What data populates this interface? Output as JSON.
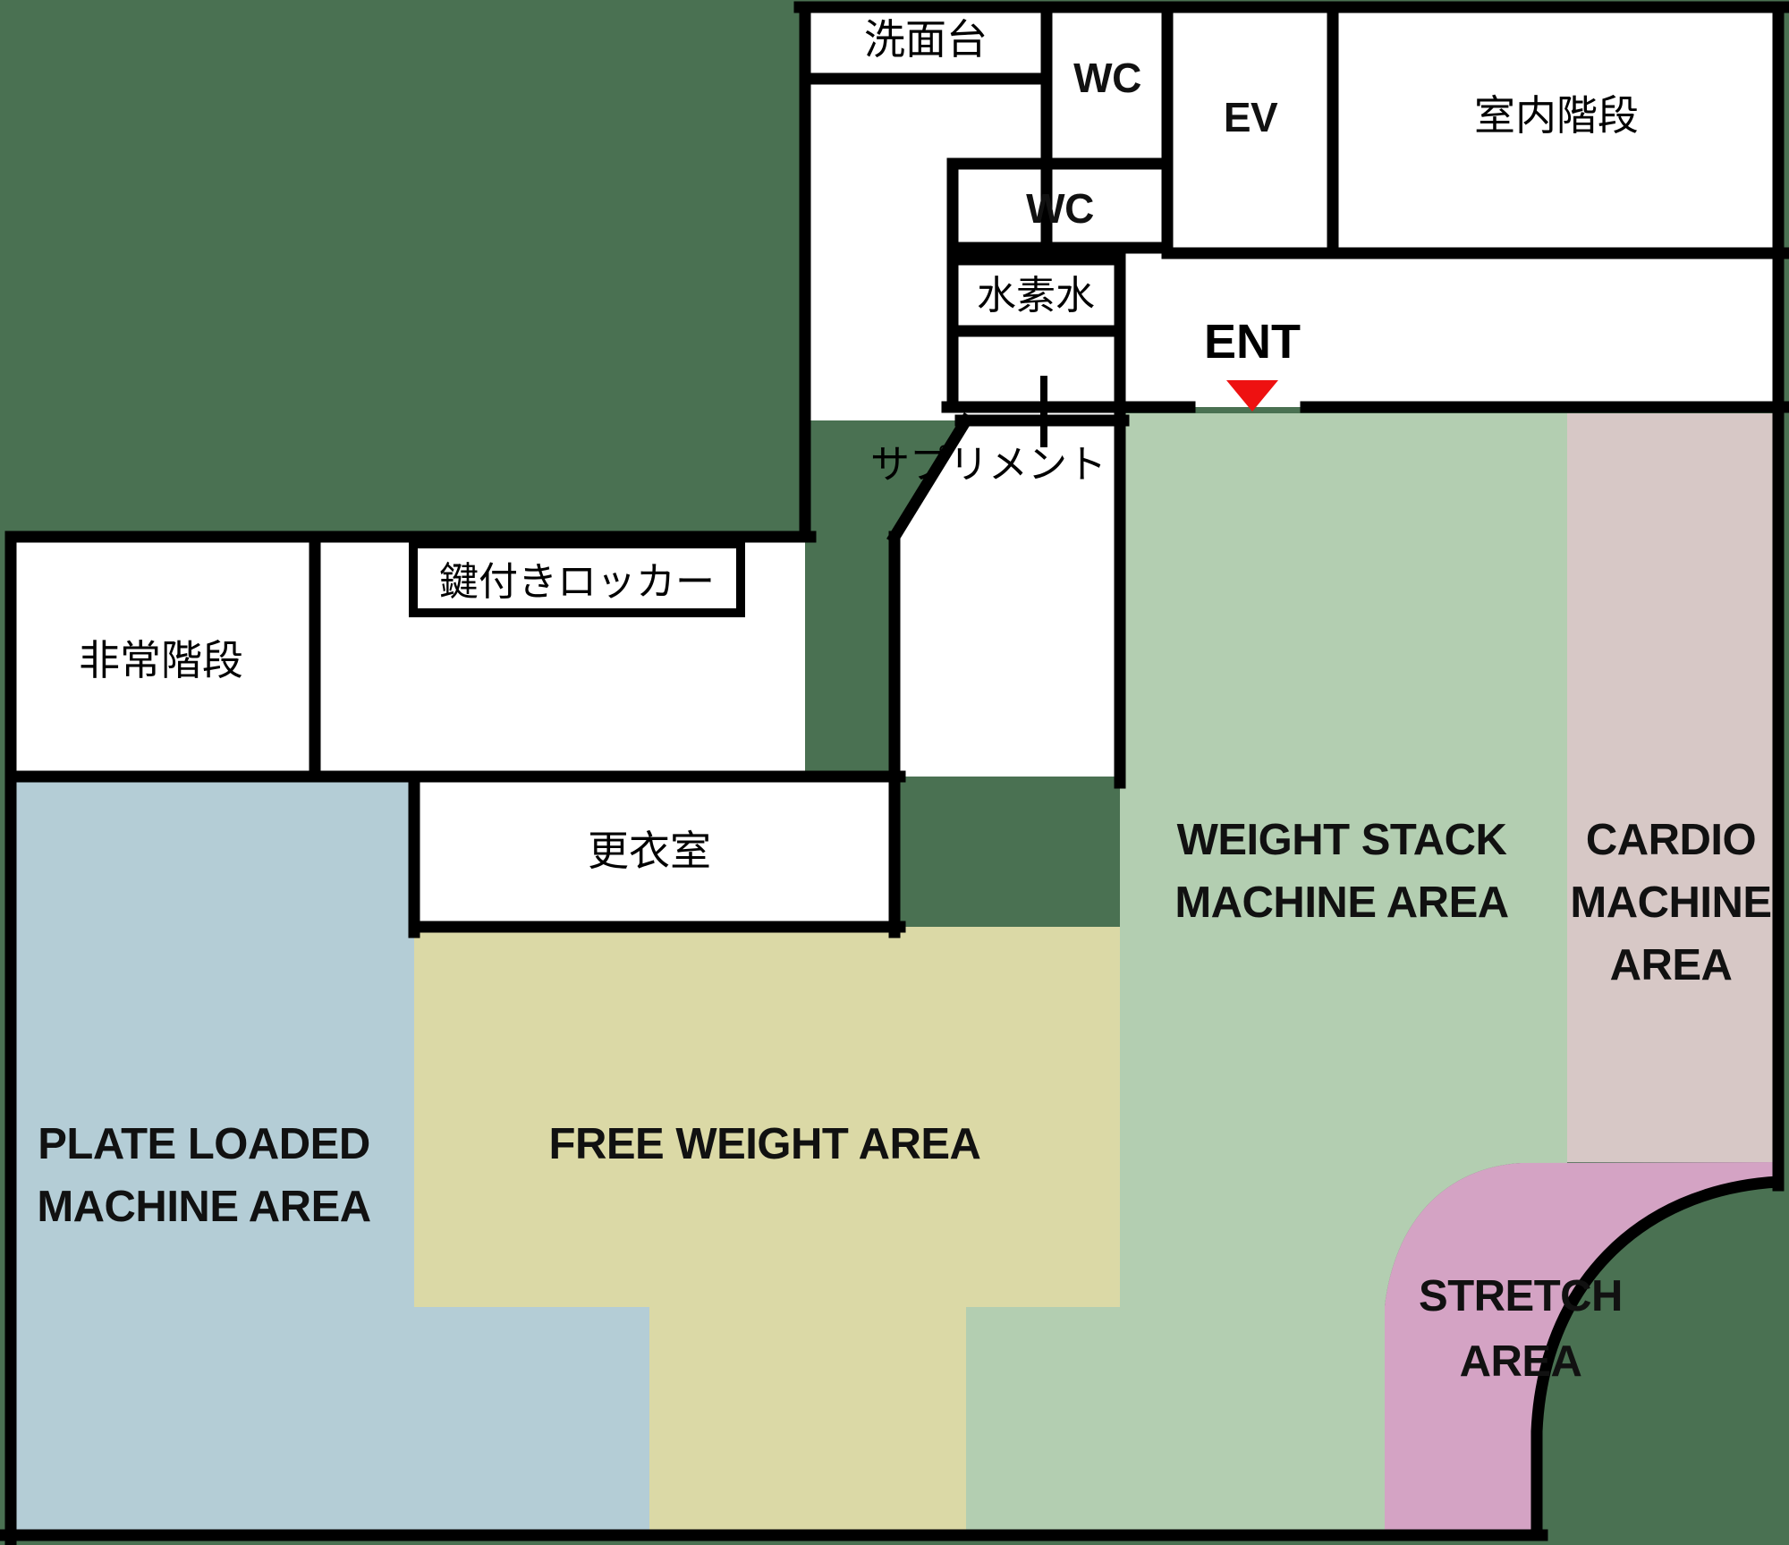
{
  "plan": {
    "title_context": "gym-floor-plan",
    "background_color": "#4a7152",
    "wall_color": "#000000",
    "room_fill": "#ffffff"
  },
  "rooms": [
    {
      "key": "washbasin",
      "label": "洗面台",
      "lang": "ja"
    },
    {
      "key": "wc_upper",
      "label": "WC",
      "lang": "en"
    },
    {
      "key": "wc_lower",
      "label": "WC",
      "lang": "en"
    },
    {
      "key": "elevator",
      "label": "EV",
      "lang": "en"
    },
    {
      "key": "indoor_stairs",
      "label": "室内階段",
      "lang": "ja"
    },
    {
      "key": "hydrogen_water",
      "label": "水素水",
      "lang": "ja"
    },
    {
      "key": "supplement",
      "label": "サプリメント",
      "lang": "ja"
    },
    {
      "key": "emergency_stairs",
      "label": "非常階段",
      "lang": "ja"
    },
    {
      "key": "locker",
      "label": "鍵付きロッカー",
      "lang": "ja"
    },
    {
      "key": "changing_room",
      "label": "更衣室",
      "lang": "ja"
    }
  ],
  "entrance": {
    "label": "ENT",
    "marker_icon": "triangle-down-icon",
    "marker_color": "#ee1111"
  },
  "areas": [
    {
      "key": "plate_loaded",
      "lines": [
        "PLATE LOADED",
        "MACHINE AREA"
      ],
      "color": "#b4cdd6"
    },
    {
      "key": "free_weight",
      "lines": [
        "FREE WEIGHT AREA"
      ],
      "color": "#dbd9a6"
    },
    {
      "key": "weight_stack",
      "lines": [
        "WEIGHT STACK",
        "MACHINE AREA"
      ],
      "color": "#b3ceb1"
    },
    {
      "key": "cardio",
      "lines": [
        "CARDIO",
        "MACHINE",
        "AREA"
      ],
      "color": "#d7c8c6"
    },
    {
      "key": "stretch",
      "lines": [
        "STRETCH",
        "AREA"
      ],
      "color": "#d4a3c4"
    }
  ]
}
